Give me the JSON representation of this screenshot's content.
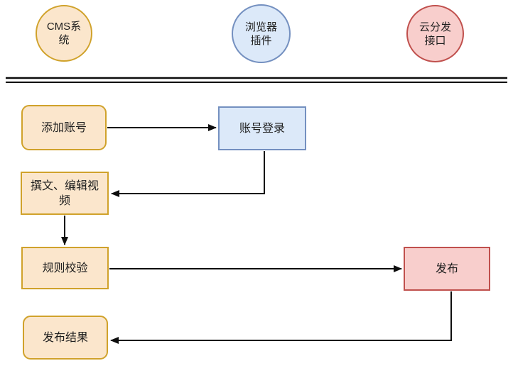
{
  "diagram": {
    "lanes": [
      {
        "name": "cms-system",
        "lines": [
          "CMS系",
          "统"
        ]
      },
      {
        "name": "browser-plugin",
        "lines": [
          "浏览器",
          "插件"
        ]
      },
      {
        "name": "cloud-distribution-api",
        "lines": [
          "云分发",
          "接口"
        ]
      }
    ],
    "nodes": {
      "add_account": {
        "label": "添加账号"
      },
      "account_login": {
        "label": "账号登录"
      },
      "compose_edit": {
        "lines": [
          "撰文、编辑视",
          "频"
        ]
      },
      "rule_check": {
        "label": "规则校验"
      },
      "publish": {
        "label": "发布"
      },
      "publish_result": {
        "label": "发布结果"
      }
    },
    "colors": {
      "page_bg": "#ffffff",
      "text_color": "#1f1f1f",
      "connector_color": "#0d0d0d",
      "orange_fill": "#FBE6CC",
      "orange_stroke": "#D0A22B",
      "blue_fill": "#DCE9F9",
      "blue_stroke": "#7490C0",
      "red_fill": "#F8CECC",
      "red_stroke": "#C0504D"
    }
  }
}
